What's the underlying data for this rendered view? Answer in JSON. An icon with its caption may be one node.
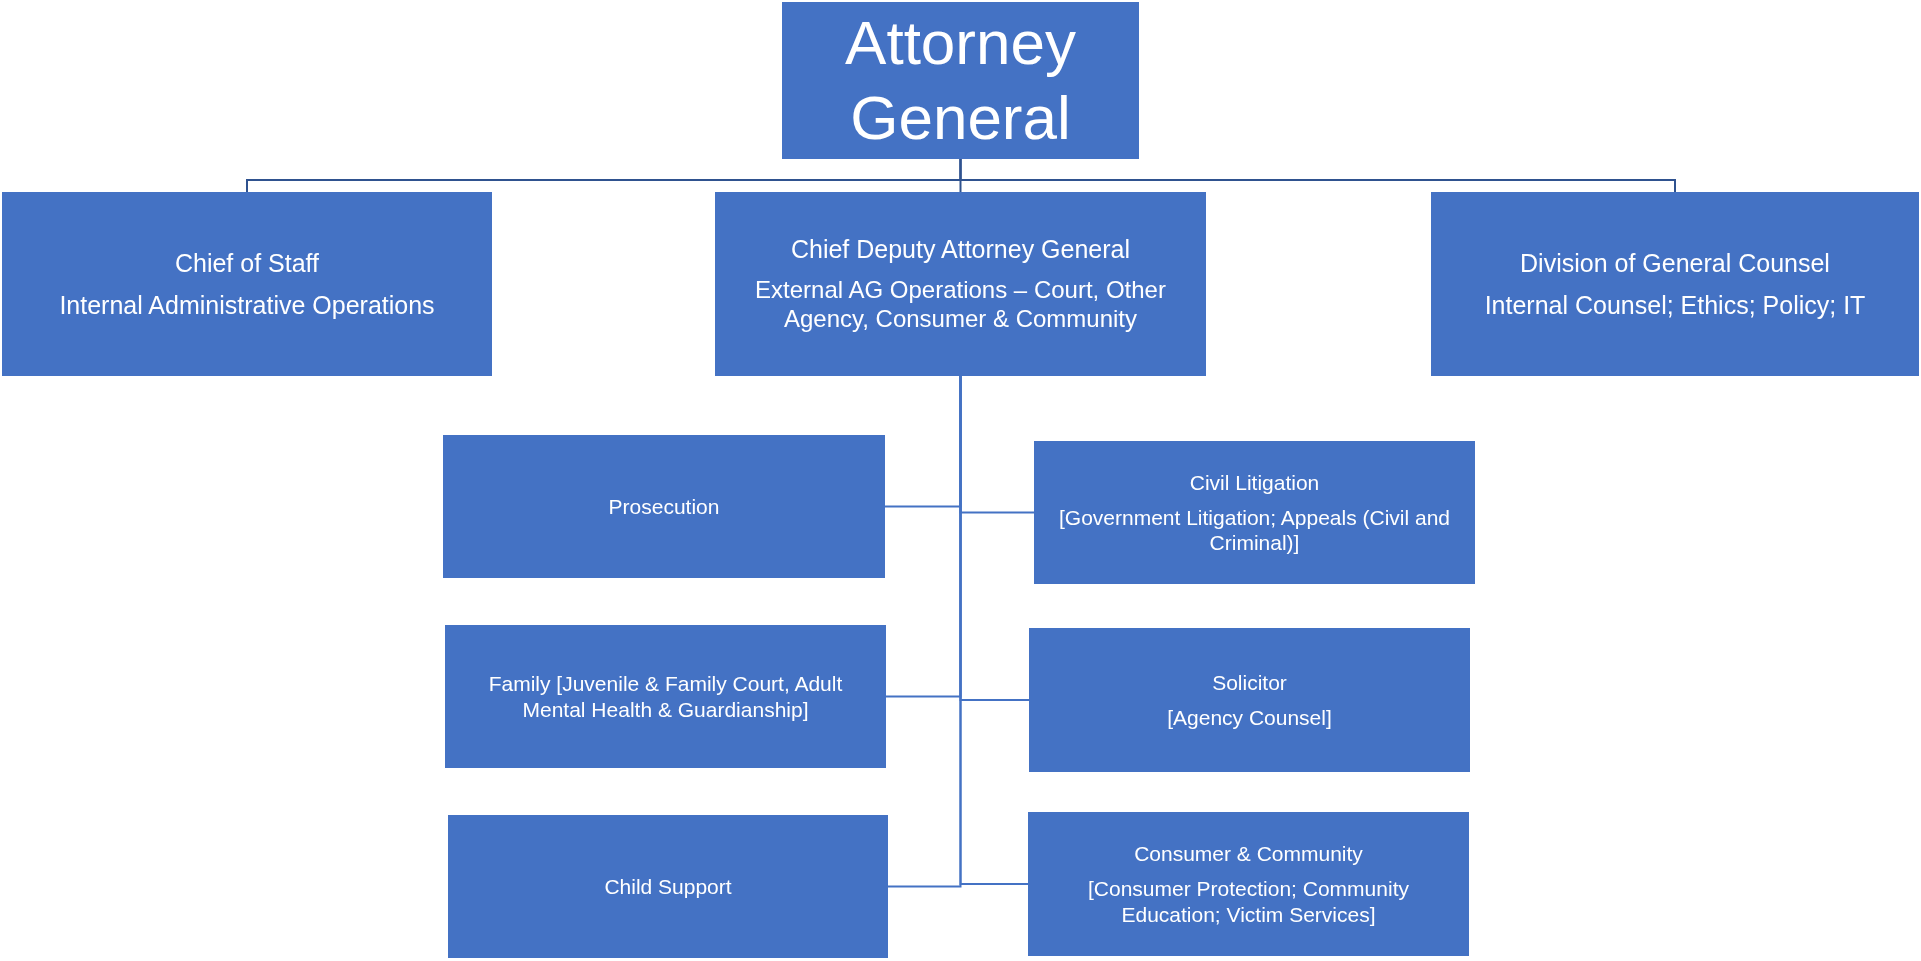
{
  "diagram": {
    "nodes": [
      {
        "text": [
          "Attorney General"
        ]
      },
      {
        "text": [
          "Chief of Staff",
          "Internal Administrative Operations"
        ]
      },
      {
        "text": [
          "Chief Deputy Attorney General",
          "External AG Operations – Court, Other Agency, Consumer & Community"
        ]
      },
      {
        "text": [
          "Division of General Counsel",
          "Internal Counsel; Ethics; Policy; IT"
        ]
      },
      {
        "text": [
          "Prosecution"
        ]
      },
      {
        "text": [
          "Civil Litigation",
          "[Government Litigation; Appeals (Civil and Criminal)]"
        ]
      },
      {
        "text": [
          "Family [Juvenile & Family Court, Adult Mental Health & Guardianship]"
        ]
      },
      {
        "text": [
          "Solicitor",
          "[Agency Counsel]"
        ]
      },
      {
        "text": [
          "Child Support"
        ]
      },
      {
        "text": [
          "Consumer & Community",
          "[Consumer Protection; Community Education; Victim Services]"
        ]
      }
    ],
    "edges": [
      {
        "from": 0,
        "to": 1,
        "arrow": "none",
        "color": "#2f528f"
      },
      {
        "from": 0,
        "to": 2,
        "arrow": "none",
        "color": "#2f528f"
      },
      {
        "from": 0,
        "to": 3,
        "arrow": "none",
        "color": "#2f528f"
      },
      {
        "from": 2,
        "to": 4,
        "arrow": "none"
      },
      {
        "from": 2,
        "to": 5,
        "arrow": "none"
      },
      {
        "from": 2,
        "to": 6,
        "arrow": "none"
      },
      {
        "from": 2,
        "to": 7,
        "arrow": "none"
      },
      {
        "from": 2,
        "to": 8,
        "arrow": "none"
      },
      {
        "from": 2,
        "to": 9,
        "arrow": "none"
      }
    ]
  }
}
